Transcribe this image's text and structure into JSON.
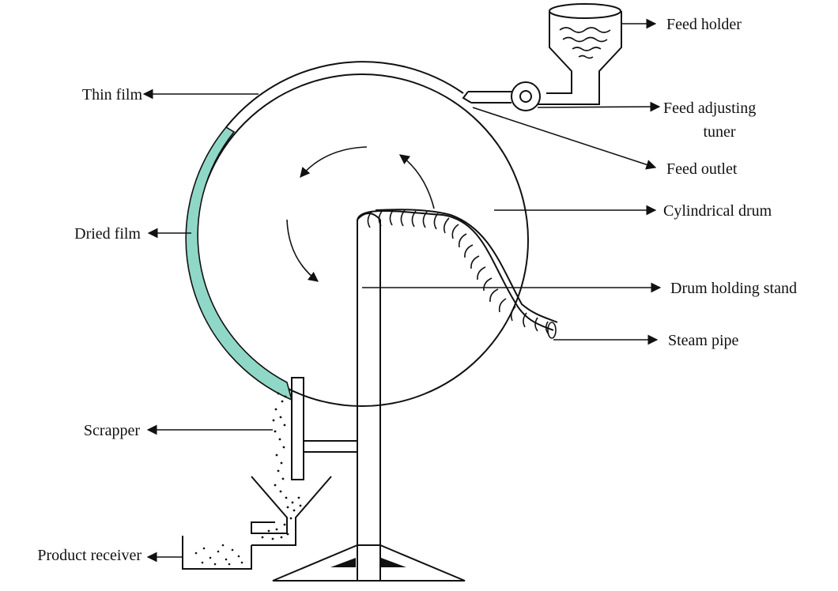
{
  "labels": {
    "feed_holder": "Feed holder",
    "thin_film": "Thin film",
    "feed_adjusting_tuner_line1": "Feed adjusting",
    "feed_adjusting_tuner_line2": "tuner",
    "feed_outlet": "Feed outlet",
    "cylindrical_drum": "Cylindrical drum",
    "dried_film": "Dried film",
    "drum_holding_stand": "Drum holding stand",
    "steam_pipe": "Steam pipe",
    "scrapper": "Scrapper",
    "product_receiver": "Product receiver"
  },
  "colors": {
    "dried_film": "#8fd8c8",
    "line": "#111111",
    "background": "#ffffff"
  }
}
